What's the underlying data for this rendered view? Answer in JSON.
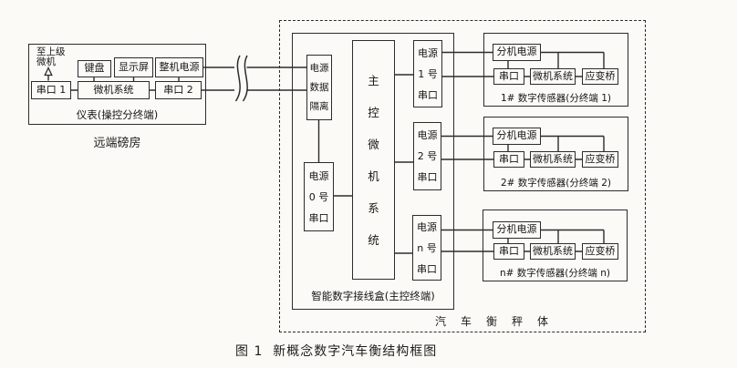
{
  "figure": {
    "caption": "图 1  新概念数字汽车衡结构框图"
  },
  "remote_station": {
    "name": "远端磅房",
    "instrument": {
      "label": "仪表(操控分终端)",
      "to_upper_note": [
        "至上级",
        "微机"
      ],
      "keyboard": "键盘",
      "display": "显示屏",
      "main_power": "整机电源",
      "serial1": "串口 1",
      "micro_system": "微机系统",
      "serial2": "串口 2"
    }
  },
  "truck_scale_body": {
    "name": "汽车衡秤体",
    "junction_box": {
      "label": "智能数字接线盒(主控终端)",
      "power_data_isolation": [
        "电源",
        "数据",
        "隔离"
      ],
      "power0_serial": [
        "电源",
        "0 号",
        "串口"
      ],
      "main_control": [
        "主",
        "控",
        "微",
        "机",
        "系",
        "统"
      ],
      "power1_serial": [
        "电源",
        "1 号",
        "串口"
      ],
      "power2_serial": [
        "电源",
        "2 号",
        "串口"
      ],
      "powerN_serial": [
        "电源",
        "n 号",
        "串口"
      ]
    },
    "sensors": [
      {
        "label": "1# 数字传感器(分终端 1)",
        "sub_power": "分机电源",
        "serial": "串口",
        "micro_system": "微机系统",
        "strain_bridge": "应变桥"
      },
      {
        "label": "2# 数字传感器(分终端 2)",
        "sub_power": "分机电源",
        "serial": "串口",
        "micro_system": "微机系统",
        "strain_bridge": "应变桥"
      },
      {
        "label": "n# 数字传感器(分终端 n)",
        "sub_power": "分机电源",
        "serial": "串口",
        "micro_system": "微机系统",
        "strain_bridge": "应变桥"
      }
    ]
  },
  "colors": {
    "ink": "#2c2c2c",
    "paper": "#fbfaf6"
  }
}
